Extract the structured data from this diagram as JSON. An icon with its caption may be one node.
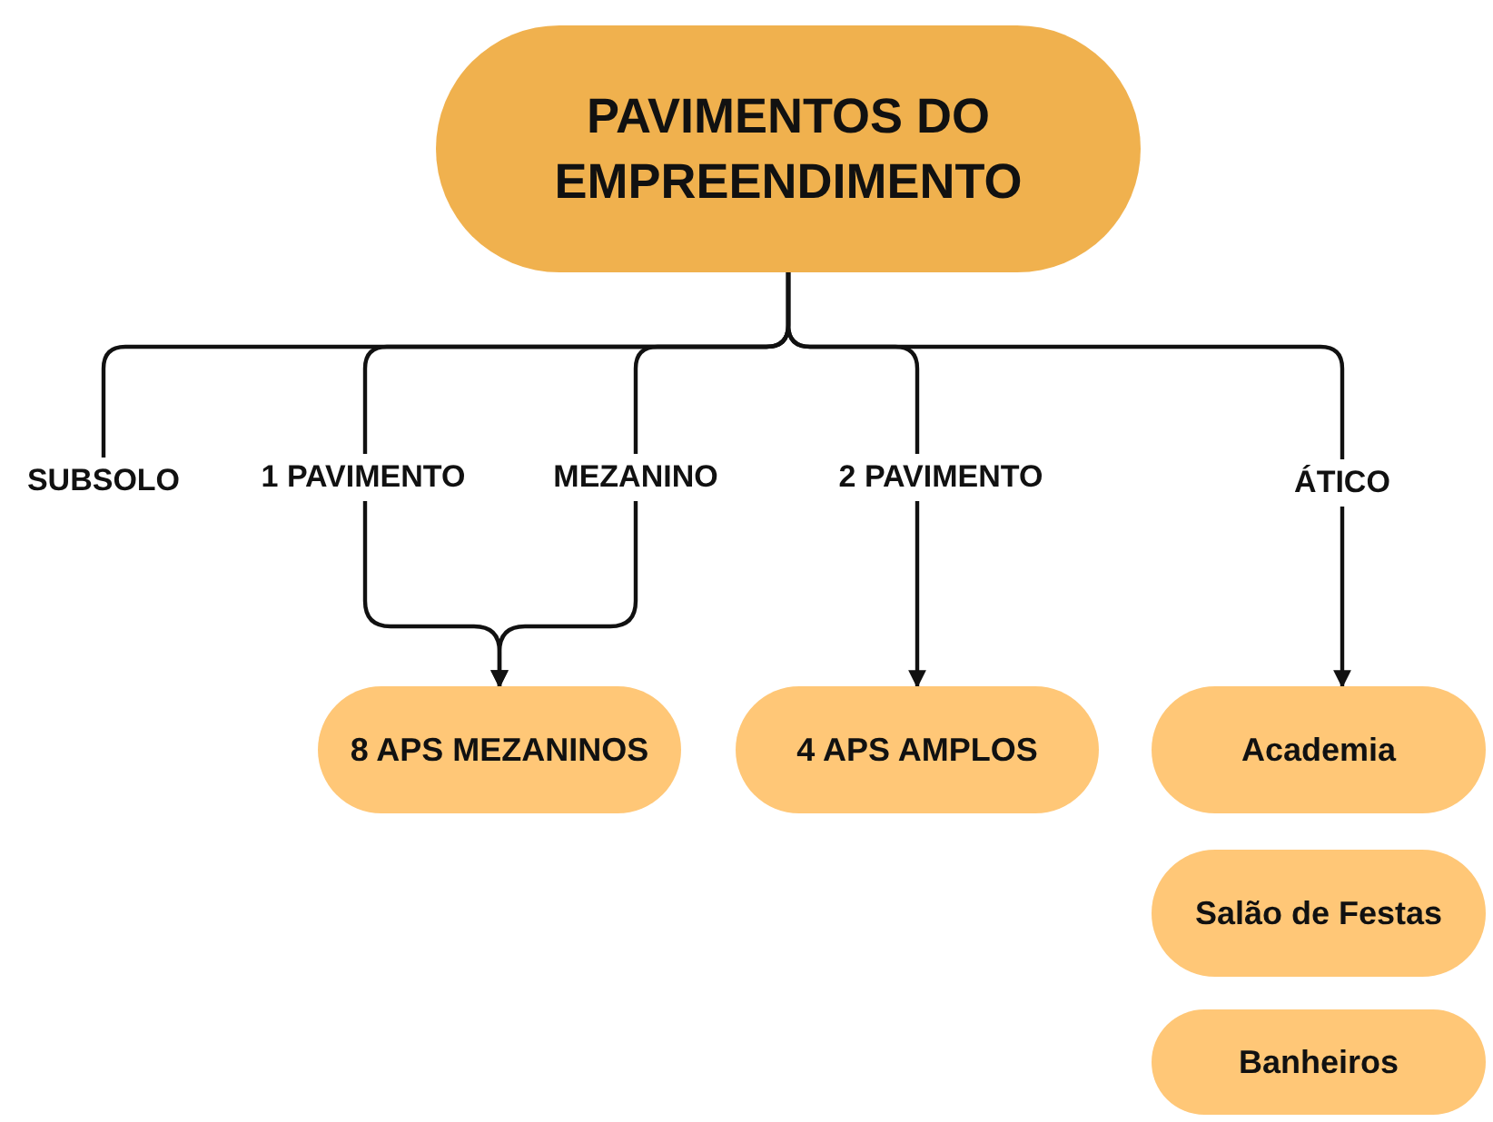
{
  "diagram": {
    "nodes": [
      {
        "text": [
          "PAVIMENTOS DO EMPREENDIMENTO"
        ]
      },
      {
        "text": [
          "SUBSOLO"
        ]
      },
      {
        "text": [
          "1 PAVIMENTO"
        ]
      },
      {
        "text": [
          "MEZANINO"
        ]
      },
      {
        "text": [
          "2 PAVIMENTO"
        ]
      },
      {
        "text": [
          "ÁTICO"
        ]
      },
      {
        "text": [
          "8 APS MEZANINOS"
        ]
      },
      {
        "text": [
          "4 APS AMPLOS"
        ]
      },
      {
        "text": [
          "Academia"
        ]
      },
      {
        "text": [
          "Salão de Festas"
        ]
      },
      {
        "text": [
          "Banheiros"
        ]
      }
    ],
    "edges": [
      {
        "from": 0,
        "to": 1,
        "arrow": "none"
      },
      {
        "from": 0,
        "to": 2,
        "arrow": "none"
      },
      {
        "from": 0,
        "to": 3,
        "arrow": "none"
      },
      {
        "from": 0,
        "to": 4,
        "arrow": "none"
      },
      {
        "from": 0,
        "to": 5,
        "arrow": "none"
      },
      {
        "from": 2,
        "to": 6,
        "arrow": "to"
      },
      {
        "from": 3,
        "to": 6,
        "arrow": "to"
      },
      {
        "from": 4,
        "to": 7,
        "arrow": "to"
      },
      {
        "from": 5,
        "to": 8,
        "arrow": "to"
      }
    ]
  }
}
